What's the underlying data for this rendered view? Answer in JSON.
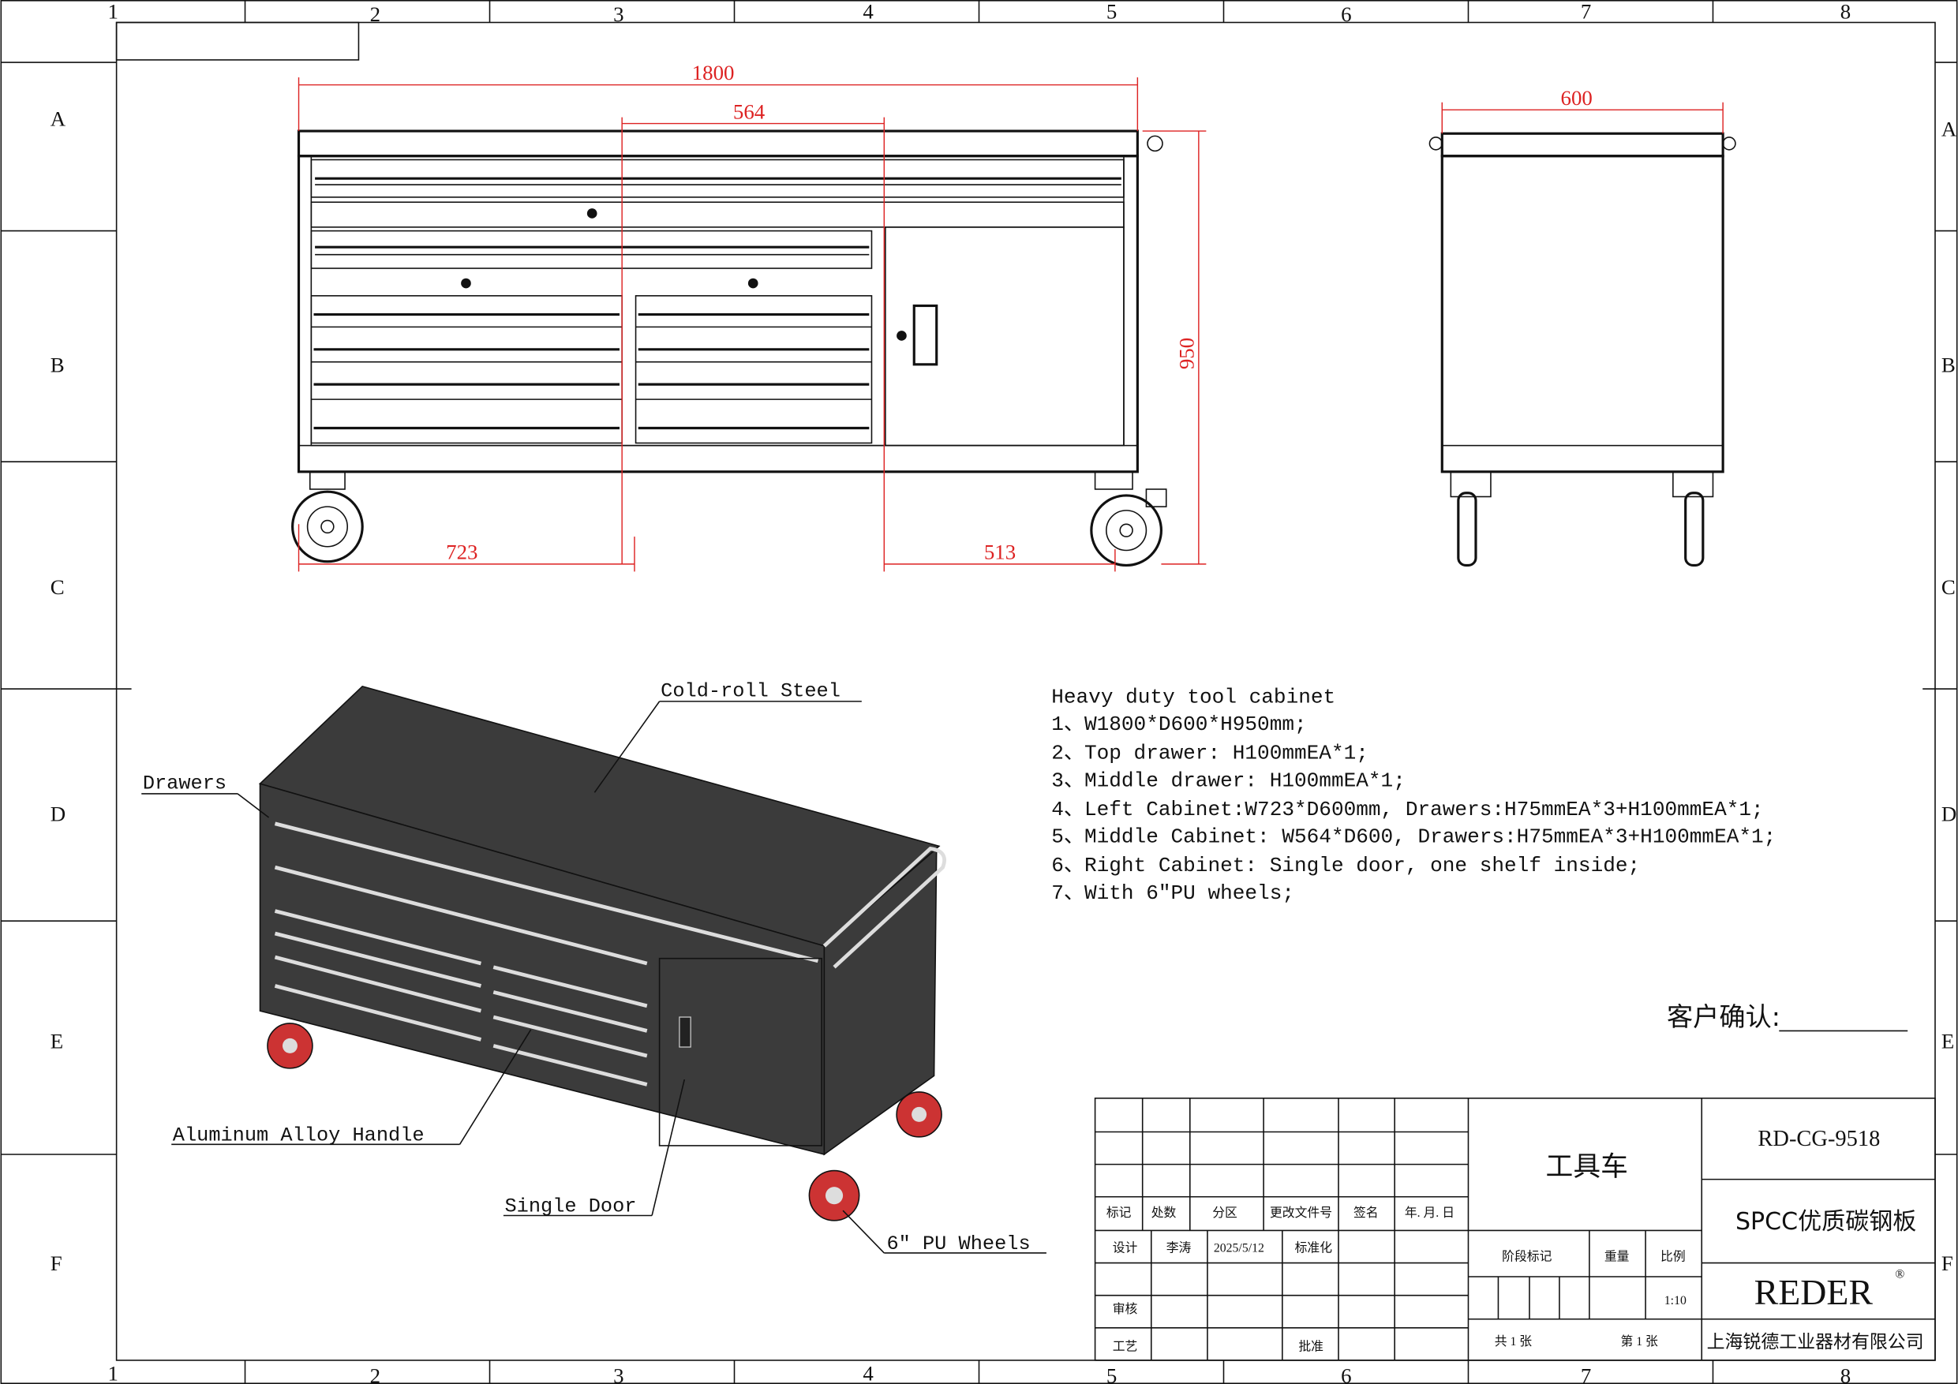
{
  "frame": {
    "columns": [
      "1",
      "2",
      "3",
      "4",
      "5",
      "6",
      "7",
      "8"
    ],
    "rows": [
      "A",
      "B",
      "C",
      "D",
      "E",
      "F"
    ]
  },
  "dimensions": {
    "width": "1800",
    "middle_width": "564",
    "height": "950",
    "left_width": "723",
    "right_width": "513",
    "side_depth": "600"
  },
  "callouts": {
    "top": "Cold-roll Steel",
    "drawers": "Drawers",
    "handle": "Aluminum Alloy Handle",
    "door": "Single Door",
    "wheels": "6\" PU Wheels"
  },
  "specs": {
    "title": "Heavy duty tool cabinet",
    "items": [
      "1、W1800*D600*H950mm;",
      "2、Top drawer: H100mmEA*1;",
      "3、Middle drawer: H100mmEA*1;",
      "4、Left Cabinet:W723*D600mm, Drawers:H75mmEA*3+H100mmEA*1;",
      "5、Middle Cabinet: W564*D600, Drawers:H75mmEA*3+H100mmEA*1;",
      "6、Right Cabinet: Single door, one shelf inside;",
      "7、With 6\"PU wheels;"
    ]
  },
  "customer_confirm": "客户确认:",
  "title_block": {
    "headers": [
      "标记",
      "处数",
      "分区",
      "更改文件号",
      "签名",
      "年. 月. 日"
    ],
    "design_label": "设计",
    "designer": "李涛",
    "date": "2025/5/12",
    "standardize": "标准化",
    "review": "审核",
    "process": "工艺",
    "approve": "批准",
    "part_name": "工具车",
    "stage_mark": "阶段标记",
    "weight": "重量",
    "scale_label": "比例",
    "scale": "1:10",
    "sheets_total": "共 1 张",
    "sheet_no": "第 1 张",
    "drawing_no": "RD-CG-9518",
    "material": "SPCC优质碳钢板",
    "brand": "REDER",
    "brand_mark": "®",
    "company": "上海锐德工业器材有限公司"
  }
}
